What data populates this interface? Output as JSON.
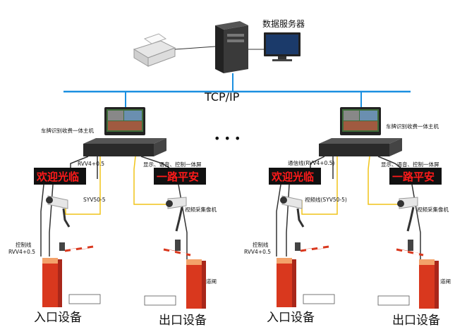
{
  "network": {
    "label": "TCP/IP",
    "server_label": "数据服务器",
    "ellipsis": "• • •"
  },
  "host_label": "车牌识别收费一体主机",
  "left_group": {
    "host_cable": "RVV4+0.5",
    "display_caption": "显示、语音、控制一体屏",
    "video_line": "SYV50-5",
    "camera_caption": "视频采集像机",
    "control_line_1": "控制线",
    "control_line_2": "RVV4+0.5",
    "entry_sign": "欢迎光临",
    "exit_sign": "一路平安",
    "entry_label": "入口设备",
    "exit_label": "出口设备"
  },
  "right_group": {
    "host_cable": "通信线(RVV4+0.5)",
    "display_caption": "显示、语音、控制一体屏",
    "video_line": "视频线(SYV50-5)",
    "camera_caption": "视频采集像机",
    "control_line_1": "控制线",
    "control_line_2": "RVV4+0.5",
    "gate_caption": "道闸",
    "entry_sign": "欢迎光临",
    "exit_sign": "一路平安",
    "entry_label": "入口设备",
    "exit_label": "出口设备"
  },
  "left_gate_caption": "道闸",
  "colors": {
    "network_line": "#1a8fe0",
    "yellow_cable": "#f0c419",
    "led_text": "#ff1a1a",
    "barrier_red": "#d9381e"
  }
}
